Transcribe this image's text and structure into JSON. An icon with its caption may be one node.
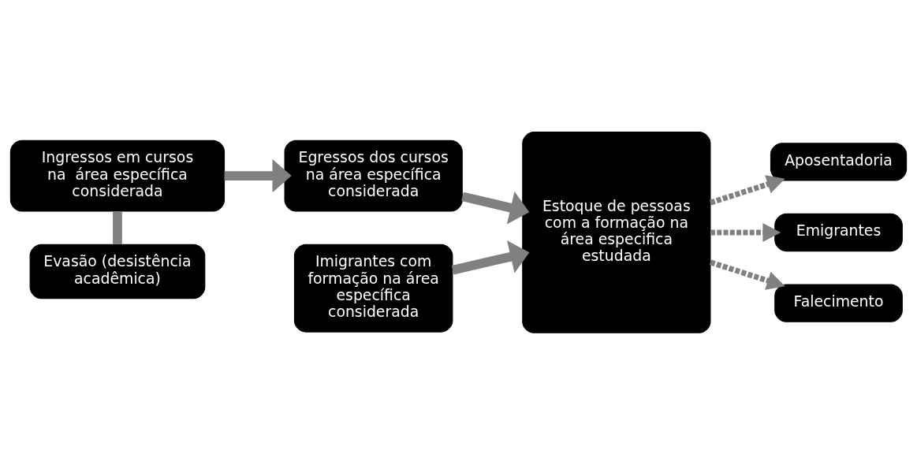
{
  "diagram": {
    "nodes": [
      {
        "text": [
          "Ingressos em cursos na  área específica considerada"
        ]
      },
      {
        "text": [
          "Evasão (desistência acadêmica)"
        ]
      },
      {
        "text": [
          "Egressos dos cursos na área específica considerada"
        ]
      },
      {
        "text": [
          "Imigrantes com formação na área específica considerada"
        ]
      },
      {
        "text": [
          "Estoque de pessoas com a formação na área especifica estudada"
        ]
      },
      {
        "text": [
          "Aposentadoria"
        ]
      },
      {
        "text": [
          "Emigrantes"
        ]
      },
      {
        "text": [
          "Falecimento"
        ]
      }
    ],
    "edges": [
      {
        "from": 0,
        "to": 1,
        "arrow": "none"
      },
      {
        "from": 0,
        "to": 2,
        "arrow": "to"
      },
      {
        "from": 2,
        "to": 4,
        "arrow": "to"
      },
      {
        "from": 3,
        "to": 4,
        "arrow": "to"
      },
      {
        "from": 4,
        "to": 5,
        "arrow": "to",
        "style": "dashed"
      },
      {
        "from": 4,
        "to": 6,
        "arrow": "to",
        "style": "dashed"
      },
      {
        "from": 4,
        "to": 7,
        "arrow": "to",
        "style": "dashed"
      }
    ]
  }
}
